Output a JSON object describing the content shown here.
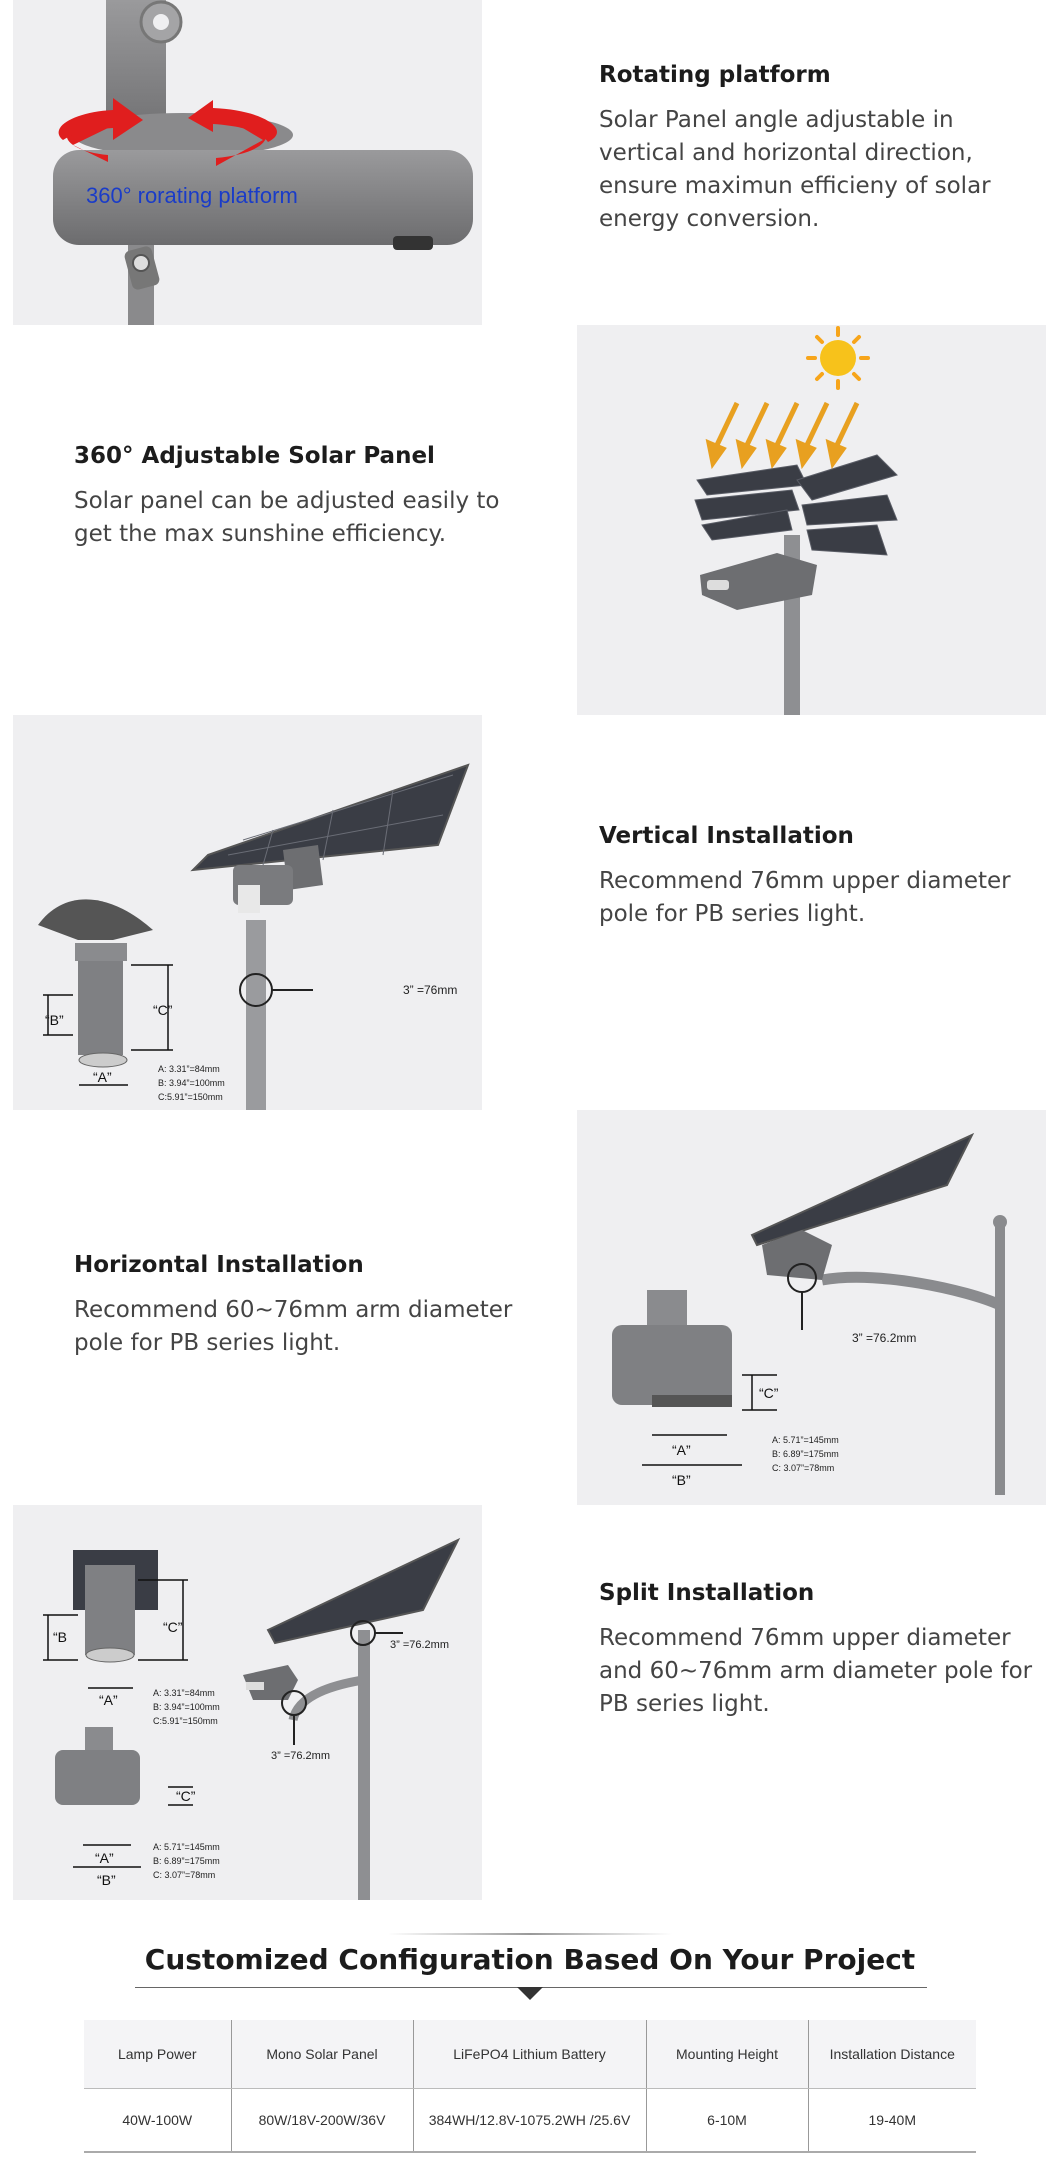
{
  "sections": [
    {
      "title": "Rotating platform",
      "body": "Solar Panel angle adjustable in vertical and horizontal direction, ensure maximun efficieny of solar energy conversion."
    },
    {
      "title": "360° Adjustable Solar Panel",
      "body": "Solar panel can be adjusted easily to get the max sunshine efficiency."
    },
    {
      "title": "Vertical Installation",
      "body": "Recommend 76mm upper diameter pole for PB series light."
    },
    {
      "title": "Horizontal Installation",
      "body": "Recommend 60~76mm arm diameter pole for PB series light."
    },
    {
      "title": "Split Installation",
      "body": "Recommend 76mm upper diameter and 60~76mm arm diameter pole for PB series light."
    }
  ],
  "images": {
    "rotating": {
      "caption": "360° rorating platform"
    },
    "vertical": {
      "b_label": "“B”",
      "c_label": "“C”",
      "a_label": "“A”",
      "pole_dim": "3” =76mm",
      "dims": [
        "A: 3.31”=84mm",
        "B: 3.94”=100mm",
        "C:5.91”=150mm"
      ]
    },
    "horizontal": {
      "c_label": "“C”",
      "a_label": "“A”",
      "b_label": "“B”",
      "pole_dim": "3” =76.2mm",
      "dims": [
        "A: 5.71”=145mm",
        "B: 6.89”=175mm",
        "C: 3.07”=78mm"
      ]
    },
    "split": {
      "b_label": "“B",
      "c_label": "“C”",
      "a_label": "“A”",
      "dims1": [
        "A: 3.31”=84mm",
        "B: 3.94”=100mm",
        "C:5.91”=150mm"
      ],
      "c2_label": "“C”",
      "a2_label": "“A”",
      "b2_label": "“B”",
      "dims2": [
        "A: 5.71”=145mm",
        "B: 6.89”=175mm",
        "C: 3.07”=78mm"
      ],
      "pole_dim_top": "3” =76.2mm",
      "pole_dim_arm": "3” =76.2mm"
    }
  },
  "config": {
    "title": "Customized Configuration Based On Your Project",
    "headers": [
      "Lamp Power",
      "Mono Solar Panel",
      "LiFePO4 Lithium Battery",
      "Mounting Height",
      "Installation Distance"
    ],
    "rows": [
      [
        "40W-100W",
        "80W/18V-200W/36V",
        "384WH/12.8V-1075.2WH /25.6V",
        "6-10M",
        "19-40M"
      ]
    ]
  },
  "colors": {
    "panel_bg": "#efeff1",
    "arrow_red": "#e01e1e",
    "sun": "#f7c21b",
    "ray": "#e8a020",
    "caption_blue": "#1a3cc8"
  }
}
